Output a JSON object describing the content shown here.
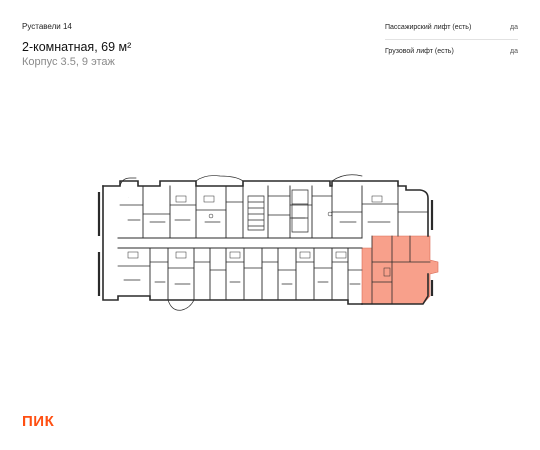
{
  "header": {
    "project": "Руставели 14",
    "title": "2-комнатная, 69 м²",
    "subtitle": "Корпус 3.5, 9 этаж"
  },
  "features": [
    {
      "label": "Пассажирский лифт (есть)",
      "value": "да"
    },
    {
      "label": "Грузовой лифт (есть)",
      "value": "да"
    }
  ],
  "plan": {
    "highlight_color": "#f8a08b",
    "wall_color": "#2a2a2a"
  },
  "brand": {
    "logo": "ПИК",
    "color": "#ff4f12"
  }
}
